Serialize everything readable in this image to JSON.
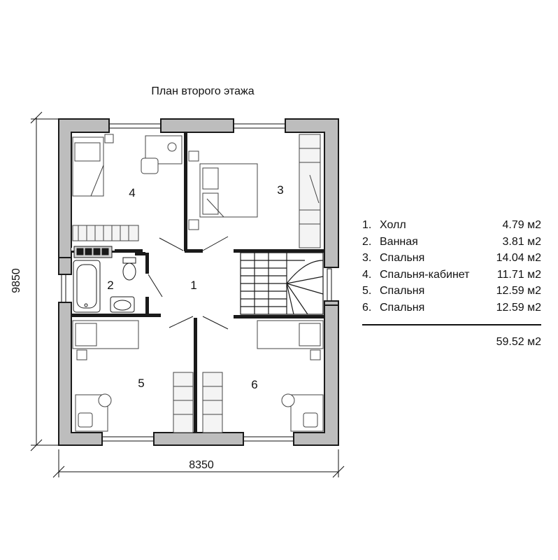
{
  "title": "План второго этажа",
  "dimensions": {
    "width": "8350",
    "height": "9850"
  },
  "rooms": [
    {
      "number": "4"
    },
    {
      "number": "3"
    },
    {
      "number": "2"
    },
    {
      "number": "1"
    },
    {
      "number": "5"
    },
    {
      "number": "6"
    }
  ],
  "legend": {
    "items": [
      {
        "num": "1.",
        "name": "Холл",
        "area": "4.79 м2"
      },
      {
        "num": "2.",
        "name": "Ванная",
        "area": "3.81 м2"
      },
      {
        "num": "3.",
        "name": "Спальня",
        "area": "14.04 м2"
      },
      {
        "num": "4.",
        "name": "Спальня-кабинет",
        "area": "11.71 м2"
      },
      {
        "num": "5.",
        "name": "Спальня",
        "area": "12.59 м2"
      },
      {
        "num": "6.",
        "name": "Спальня",
        "area": "12.59 м2"
      }
    ],
    "total": "59.52 м2"
  },
  "colors": {
    "wall_fill": "#bdbdbd",
    "wall_stroke": "#1a1a1a",
    "partition": "#1a1a1a"
  }
}
